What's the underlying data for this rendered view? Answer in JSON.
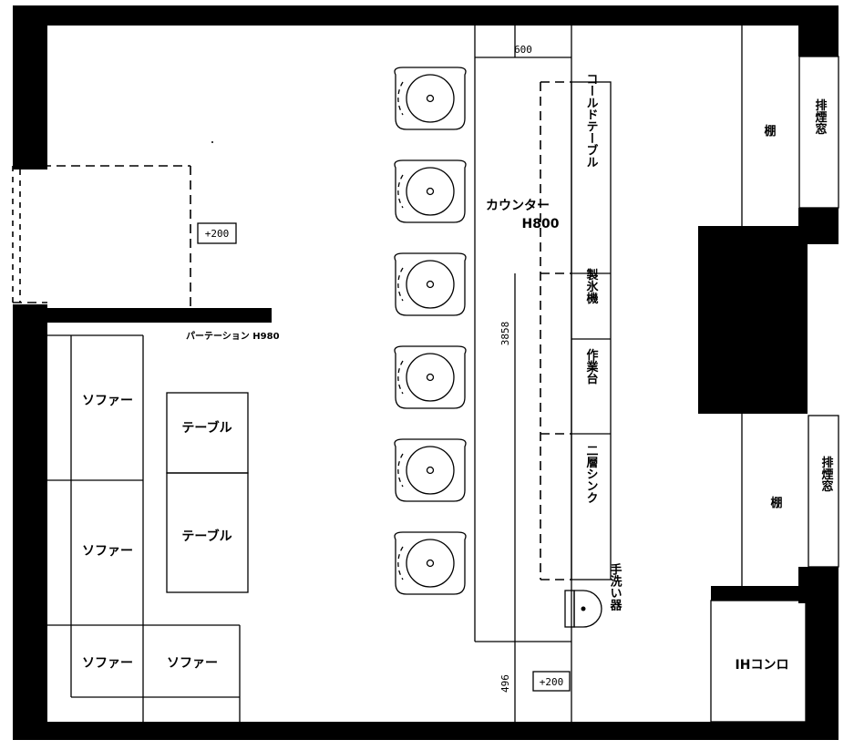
{
  "labels": {
    "counter": "カウンター",
    "counter_height": "H800",
    "cold_table": "コールドテーブル",
    "ice_machine": "製氷機",
    "work_table": "作業台",
    "double_sink": "二層シンク",
    "hand_wash": "手洗い器",
    "partition": "パーテーション H980",
    "table_1": "テーブル",
    "table_2": "テーブル",
    "sofa_1": "ソファー",
    "sofa_2": "ソファー",
    "sofa_3": "ソファー",
    "sofa_4": "ソファー",
    "shelf_top": "棚",
    "shelf_bottom": "棚",
    "smoke_window_top": "排煙窓",
    "smoke_window_bottom": "排煙窓",
    "ih_stove": "IHコンロ",
    "floor_step_left": "+200",
    "floor_step_bottom": "+200"
  },
  "dimensions": {
    "counter_width": "600",
    "counter_length": "3858",
    "aisle": "496"
  },
  "stools": {
    "count": 6
  }
}
